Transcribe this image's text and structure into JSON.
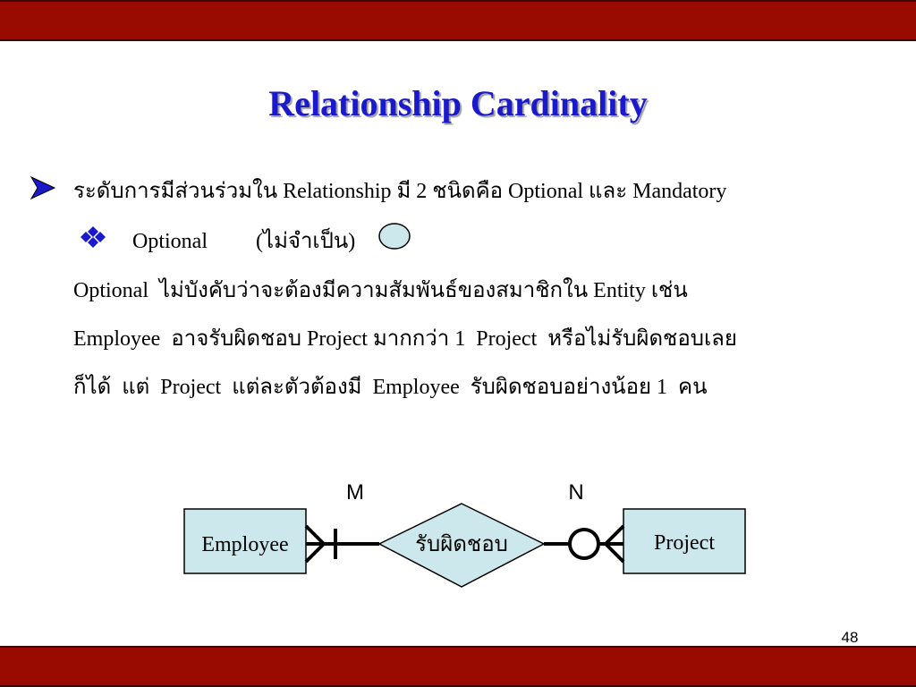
{
  "slide": {
    "title": "Relationship Cardinality",
    "line1": "ระดับการมีส่วนร่วมใน Relationship มี 2 ชนิดคือ Optional และ Mandatory",
    "bullet_label": "Optional",
    "bullet_note": "(ไม่จำเป็น)",
    "para_line1": "Optional  ไม่บังคับว่าจะต้องมีความสัมพันธ์ของสมาชิกใน Entity เช่น",
    "para_line2": "Employee  อาจรับผิดชอบ Project มากกว่า 1  Project  หรือไม่รับผิดชอบเลย",
    "para_line3": "ก็ได้  แต่  Project  แต่ละตัวต้องมี  Employee  รับผิดชอบอย่างน้อย 1  คน",
    "page_number": "48"
  },
  "diagram": {
    "entity_left": "Employee",
    "entity_right": "Project",
    "relationship": "รับผิดชอบ",
    "card_left": "M",
    "card_right": "N"
  },
  "colors": {
    "band": "#990a00",
    "title": "#1a1acc",
    "entity_fill": "#cce8ec",
    "optional_circle": "#cce8ec"
  }
}
